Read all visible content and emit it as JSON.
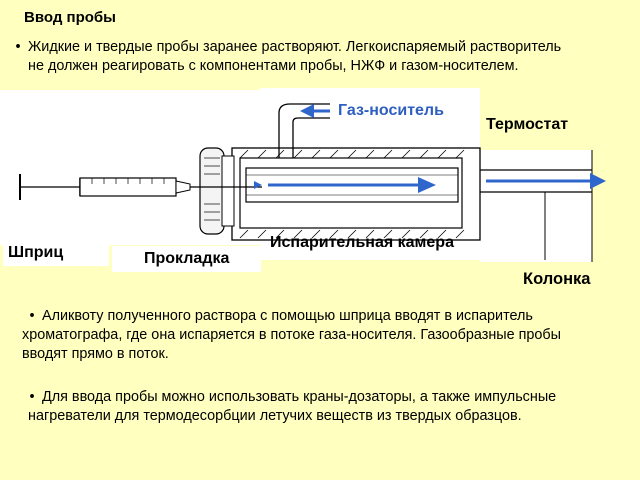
{
  "title": "Ввод  пробы",
  "bullet1": {
    "line1": "Жидкие и твердые пробы  заранее растворяют.  Легкоиспаряемый растворитель",
    "line2": "не  должен реагировать  с компонентами пробы, НЖФ и газом-носителем."
  },
  "diagram_labels": {
    "carrier_gas": "Газ-носитель",
    "thermostat": "Термостат",
    "syringe": "Шприц",
    "gasket": "Прокладка",
    "evaporation_chamber": "Испарительная камера",
    "column": "Колонка"
  },
  "bullet2": {
    "line1": "Аликвоту  полученного раствора с помощью шприца вводят в испаритель",
    "line2": "хроматографа, где она испаряется в потоке газа-носителя. Газообразные пробы",
    "line3": "вводят прямо в поток."
  },
  "bullet3": {
    "line1": "Для  ввода пробы можно использовать краны-дозаторы, а также  импульсные",
    "line2": "нагреватели для термодесорбции летучих веществ из твердых образцов."
  },
  "colors": {
    "background": "#ffffbf",
    "carrier_gas_text": "#2e5fc0",
    "arrow_blue": "#2e66cc"
  },
  "bullet_symbol": "•"
}
